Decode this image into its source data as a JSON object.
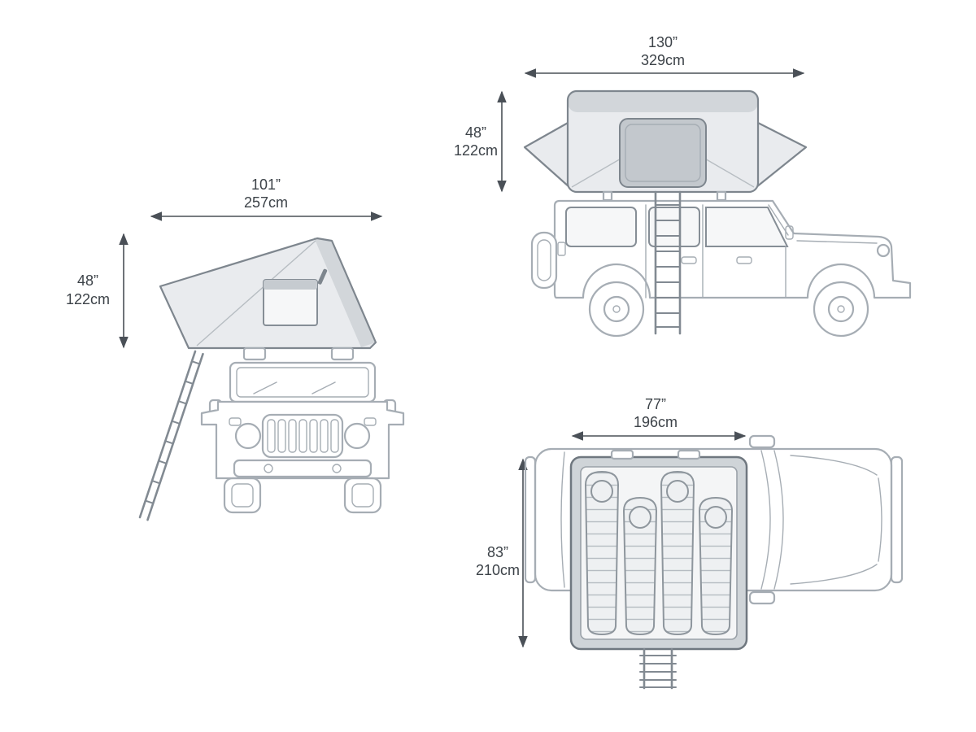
{
  "views": {
    "front": {
      "width_label": {
        "inches": "101”",
        "cm": "257cm"
      },
      "height_label": {
        "inches": "48”",
        "cm": "122cm"
      }
    },
    "side": {
      "width_label": {
        "inches": "130”",
        "cm": "329cm"
      },
      "height_label": {
        "inches": "48”",
        "cm": "122cm"
      }
    },
    "top": {
      "width_label": {
        "inches": "77”",
        "cm": "196cm"
      },
      "height_label": {
        "inches": "83”",
        "cm": "210cm"
      }
    }
  },
  "colors": {
    "vehicle_outline": "#a6adb4",
    "tent_outline": "#7e868e",
    "tent_fill": "#e9ebee",
    "shell_fill": "#d2d6da",
    "window_fill": "#c3c8cd",
    "dimension_text": "#3c4248",
    "dimension_line": "#4a5057",
    "background": "#ffffff"
  }
}
